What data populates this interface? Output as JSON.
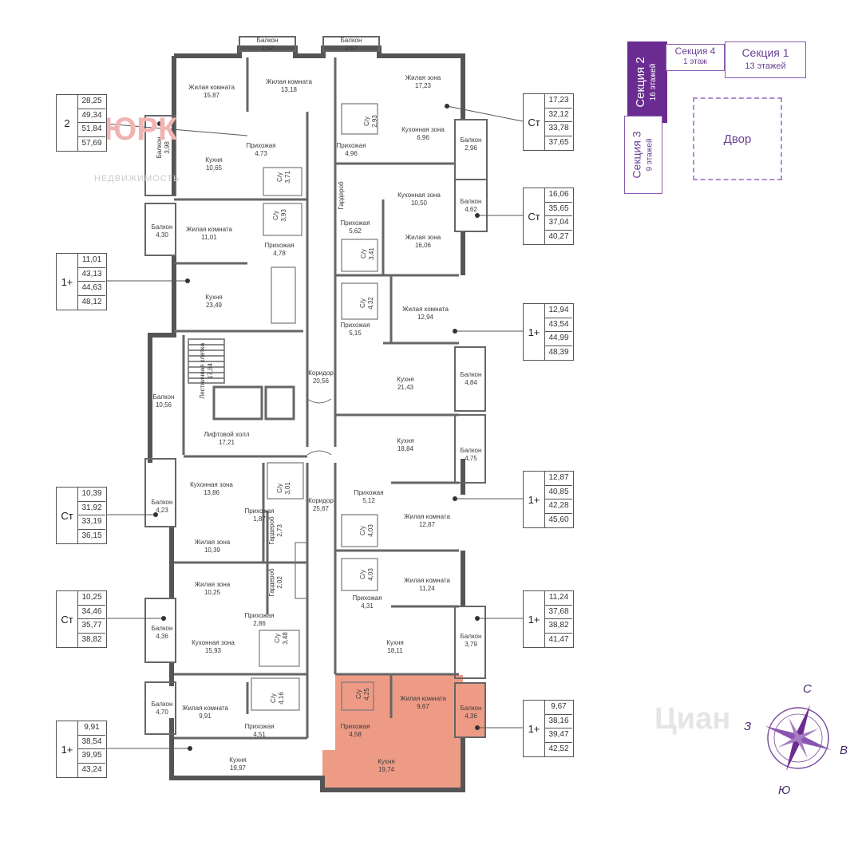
{
  "sections": {
    "s2": {
      "name": "Секция 2",
      "floors": "16 этажей"
    },
    "s4": {
      "name": "Секция 4",
      "floors": "1 этаж"
    },
    "s1": {
      "name": "Секция 1",
      "floors": "13 этажей"
    },
    "s3": {
      "name": "Секция 3",
      "floors": "9 этажей"
    },
    "yard": "Двор"
  },
  "compass": {
    "n": "С",
    "s": "Ю",
    "w": "З",
    "e": "В"
  },
  "watermark": {
    "left": "ЮРК",
    "left_sub": "НЕДВИЖИМОСТЬ",
    "right": "Циан"
  },
  "highlight_color": "#ee9b86",
  "accent_color": "#6b2c91",
  "flats": [
    {
      "id": "f1",
      "type": "2",
      "vals": [
        "28,25",
        "49,34",
        "51,84",
        "57,69"
      ]
    },
    {
      "id": "f2",
      "type": "1+",
      "vals": [
        "11,01",
        "43,13",
        "44,63",
        "48,12"
      ]
    },
    {
      "id": "f3",
      "type": "Ст",
      "vals": [
        "10,39",
        "31,92",
        "33,19",
        "36,15"
      ]
    },
    {
      "id": "f4",
      "type": "Ст",
      "vals": [
        "10,25",
        "34,46",
        "35,77",
        "38,82"
      ]
    },
    {
      "id": "f5",
      "type": "1+",
      "vals": [
        "9,91",
        "38,54",
        "39,95",
        "43,24"
      ]
    },
    {
      "id": "f6",
      "type": "Ст",
      "vals": [
        "17,23",
        "32,12",
        "33,78",
        "37,65"
      ]
    },
    {
      "id": "f7",
      "type": "Ст",
      "vals": [
        "16,06",
        "35,65",
        "37,04",
        "40,27"
      ]
    },
    {
      "id": "f8",
      "type": "1+",
      "vals": [
        "12,94",
        "43,54",
        "44,99",
        "48,39"
      ]
    },
    {
      "id": "f9",
      "type": "1+",
      "vals": [
        "12,87",
        "40,85",
        "42,28",
        "45,60"
      ]
    },
    {
      "id": "f10",
      "type": "1+",
      "vals": [
        "11,24",
        "37,68",
        "38,82",
        "41,47"
      ]
    },
    {
      "id": "f11",
      "type": "1+",
      "vals": [
        "9,67",
        "38,16",
        "39,47",
        "42,52"
      ]
    }
  ],
  "rooms": [
    {
      "id": "r1",
      "name": "Балкон",
      "area": "2,57"
    },
    {
      "id": "r2",
      "name": "Балкон",
      "area": "2,57"
    },
    {
      "id": "r3",
      "name": "Жилая комната",
      "area": "15,87"
    },
    {
      "id": "r4",
      "name": "Жилая комната",
      "area": "13,18"
    },
    {
      "id": "r5",
      "name": "Жилая зона",
      "area": "17,23"
    },
    {
      "id": "r6",
      "name": "Кухонная зона",
      "area": "6,96"
    },
    {
      "id": "r7",
      "name": "С/у",
      "area": "2,93"
    },
    {
      "id": "r8",
      "name": "Прихожая",
      "area": "4,96"
    },
    {
      "id": "r9",
      "name": "Балкон",
      "area": "2,96"
    },
    {
      "id": "r10",
      "name": "Балкон",
      "area": "3,98"
    },
    {
      "id": "r11",
      "name": "Кухня",
      "area": "10,65"
    },
    {
      "id": "r12",
      "name": "Прихожая",
      "area": "4,73"
    },
    {
      "id": "r13",
      "name": "С/у",
      "area": "3,71"
    },
    {
      "id": "r14",
      "name": "Кухонная зона",
      "area": "10,50"
    },
    {
      "id": "r15",
      "name": "Балкон",
      "area": "4,62"
    },
    {
      "id": "r16",
      "name": "Гардероб",
      "area": ""
    },
    {
      "id": "r17",
      "name": "Прихожая",
      "area": "5,62"
    },
    {
      "id": "r18",
      "name": "Жилая зона",
      "area": "16,06"
    },
    {
      "id": "r19",
      "name": "С/у",
      "area": "3,41"
    },
    {
      "id": "r20",
      "name": "Жилая комната",
      "area": "11,01"
    },
    {
      "id": "r21",
      "name": "С/у",
      "area": "3,93"
    },
    {
      "id": "r22",
      "name": "Балкон",
      "area": "4,30"
    },
    {
      "id": "r23",
      "name": "Прихожая",
      "area": "4,78"
    },
    {
      "id": "r24",
      "name": "Кухня",
      "area": "23,49"
    },
    {
      "id": "r25",
      "name": "С/у",
      "area": "4,32"
    },
    {
      "id": "r26",
      "name": "Жилая комната",
      "area": "12,94"
    },
    {
      "id": "r27",
      "name": "Прихожая",
      "area": "5,15"
    },
    {
      "id": "r28",
      "name": "Лестничная клетка",
      "area": "17,84"
    },
    {
      "id": "r29",
      "name": "Коридор",
      "area": "20,56"
    },
    {
      "id": "r30",
      "name": "Кухня",
      "area": "21,43"
    },
    {
      "id": "r31",
      "name": "Балкон",
      "area": "10,56"
    },
    {
      "id": "r32",
      "name": "Балкон",
      "area": "4,84"
    },
    {
      "id": "r33",
      "name": "Лифтовой холл",
      "area": "17,21"
    },
    {
      "id": "r34",
      "name": "Кухня",
      "area": "18,84"
    },
    {
      "id": "r35",
      "name": "Балкон",
      "area": "4,75"
    },
    {
      "id": "r36",
      "name": "Кухонная зона",
      "area": "13,86"
    },
    {
      "id": "r37",
      "name": "Балкон",
      "area": "4,23"
    },
    {
      "id": "r38",
      "name": "С/у",
      "area": "3,01"
    },
    {
      "id": "r39",
      "name": "Прихожая",
      "area": "1,87"
    },
    {
      "id": "r40",
      "name": "Коридор",
      "area": "25,67"
    },
    {
      "id": "r41",
      "name": "Прихожая",
      "area": "5,12"
    },
    {
      "id": "r42",
      "name": "Жилая комната",
      "area": "12,87"
    },
    {
      "id": "r43",
      "name": "С/у",
      "area": "4,03"
    },
    {
      "id": "r44",
      "name": "Гардероб",
      "area": "2,73"
    },
    {
      "id": "r45",
      "name": "Жилая зона",
      "area": "10,39"
    },
    {
      "id": "r46",
      "name": "Жилая зона",
      "area": "10,25"
    },
    {
      "id": "r47",
      "name": "Гардероб",
      "area": "2,02"
    },
    {
      "id": "r48",
      "name": "С/у",
      "area": "4,03"
    },
    {
      "id": "r49",
      "name": "Жилая комната",
      "area": "11,24"
    },
    {
      "id": "r50",
      "name": "Прихожая",
      "area": "4,31"
    },
    {
      "id": "r51",
      "name": "Прихожая",
      "area": "2,86"
    },
    {
      "id": "r52",
      "name": "Балкон",
      "area": "4,36"
    },
    {
      "id": "r53",
      "name": "Кухонная зона",
      "area": "15,93"
    },
    {
      "id": "r54",
      "name": "С/у",
      "area": "3,48"
    },
    {
      "id": "r55",
      "name": "Кухня",
      "area": "18,11"
    },
    {
      "id": "r56",
      "name": "Балкон",
      "area": "3,79"
    },
    {
      "id": "r57",
      "name": "Жилая комната",
      "area": "9,91"
    },
    {
      "id": "r58",
      "name": "С/у",
      "area": "4,16"
    },
    {
      "id": "r59",
      "name": "Балкон",
      "area": "4,70"
    },
    {
      "id": "r60",
      "name": "С/у",
      "area": "4,25"
    },
    {
      "id": "r61",
      "name": "Жилая комната",
      "area": "9,67"
    },
    {
      "id": "r62",
      "name": "Балкон",
      "area": "4,36"
    },
    {
      "id": "r63",
      "name": "Прихожая",
      "area": "4,51"
    },
    {
      "id": "r64",
      "name": "Прихожая",
      "area": "4,58"
    },
    {
      "id": "r65",
      "name": "Кухня",
      "area": "19,97"
    },
    {
      "id": "r66",
      "name": "Кухня",
      "area": "19,74"
    }
  ]
}
